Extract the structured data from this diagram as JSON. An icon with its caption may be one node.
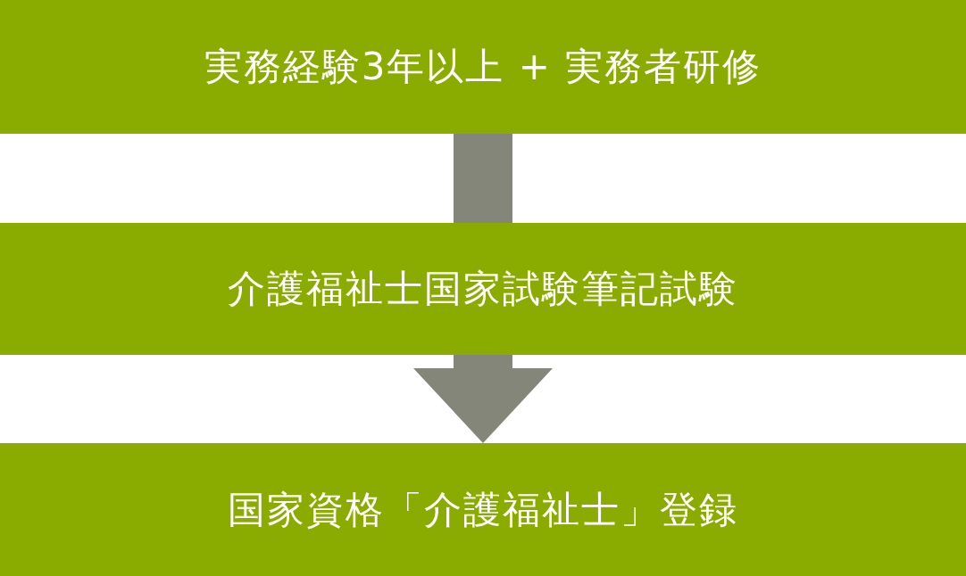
{
  "diagram": {
    "nodes": [
      {
        "text": [
          "実務経験3年以上 + 実務者研修"
        ]
      },
      {
        "text": [
          "介護福祉士国家試験筆記試験"
        ]
      },
      {
        "text": [
          "国家資格「介護福祉士」登録"
        ]
      }
    ],
    "edges": [
      {
        "from": 0,
        "to": 1,
        "arrow": "none"
      },
      {
        "from": 1,
        "to": 2,
        "arrow": "to"
      }
    ]
  }
}
